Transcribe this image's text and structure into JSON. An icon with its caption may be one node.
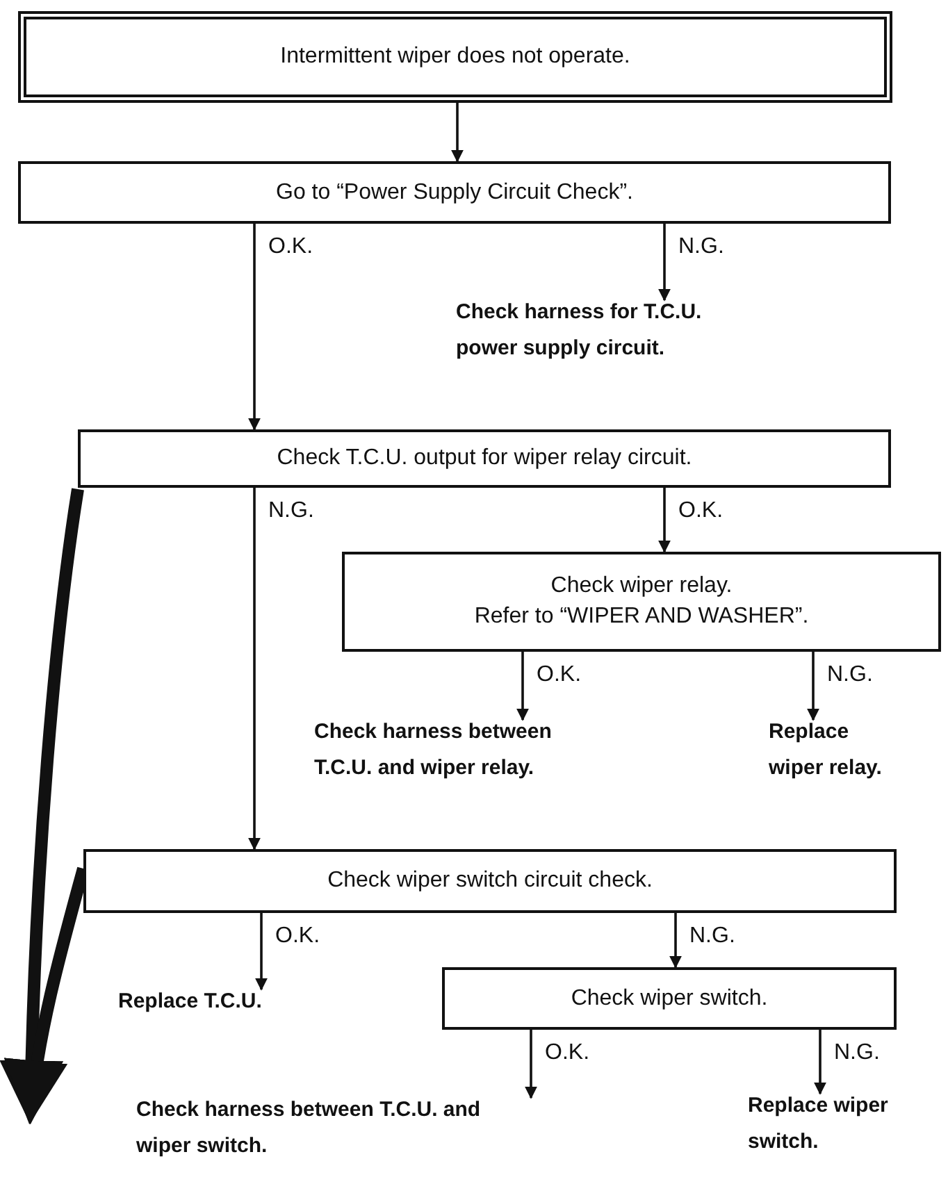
{
  "diagram": {
    "nodes": [
      {
        "text": [
          "Intermittent wiper does not operate."
        ]
      },
      {
        "text": [
          "Go to “Power Supply Circuit Check”."
        ]
      },
      {
        "text": [
          "Check harness for T.C.U. power supply circuit."
        ]
      },
      {
        "text": [
          "Check T.C.U. output for wiper relay circuit."
        ]
      },
      {
        "text": [
          "Check wiper relay.",
          "Refer to “WIPER AND WASHER”."
        ]
      },
      {
        "text": [
          "Check harness between T.C.U. and wiper relay."
        ]
      },
      {
        "text": [
          "Replace wiper relay."
        ]
      },
      {
        "text": [
          "Check wiper switch circuit check."
        ]
      },
      {
        "text": [
          "Replace T.C.U."
        ]
      },
      {
        "text": [
          "Check wiper switch."
        ]
      },
      {
        "text": [
          "Check harness between T.C.U. and wiper switch."
        ]
      },
      {
        "text": [
          "Replace wiper switch."
        ]
      }
    ],
    "edges": [
      {
        "from": 0,
        "to": 1,
        "arrow": "to"
      },
      {
        "from": 1,
        "to": 3,
        "arrow": "to",
        "label": "O.K."
      },
      {
        "from": 1,
        "to": 2,
        "arrow": "to",
        "label": "N.G."
      },
      {
        "from": 3,
        "to": 4,
        "arrow": "to",
        "label": "O.K."
      },
      {
        "from": 3,
        "to": 7,
        "arrow": "to",
        "label": "N.G."
      },
      {
        "from": 4,
        "to": 5,
        "arrow": "to",
        "label": "O.K."
      },
      {
        "from": 4,
        "to": 6,
        "arrow": "to",
        "label": "N.G."
      },
      {
        "from": 7,
        "to": 8,
        "arrow": "to",
        "label": "O.K."
      },
      {
        "from": 7,
        "to": 9,
        "arrow": "to",
        "label": "N.G."
      },
      {
        "from": 9,
        "to": 10,
        "arrow": "to",
        "label": "O.K."
      },
      {
        "from": 9,
        "to": 11,
        "arrow": "to",
        "label": "N.G."
      },
      {
        "from": 3,
        "to": null,
        "arrow": "to",
        "style": "thick"
      },
      {
        "from": 7,
        "to": null,
        "arrow": "to",
        "style": "thick"
      }
    ]
  }
}
